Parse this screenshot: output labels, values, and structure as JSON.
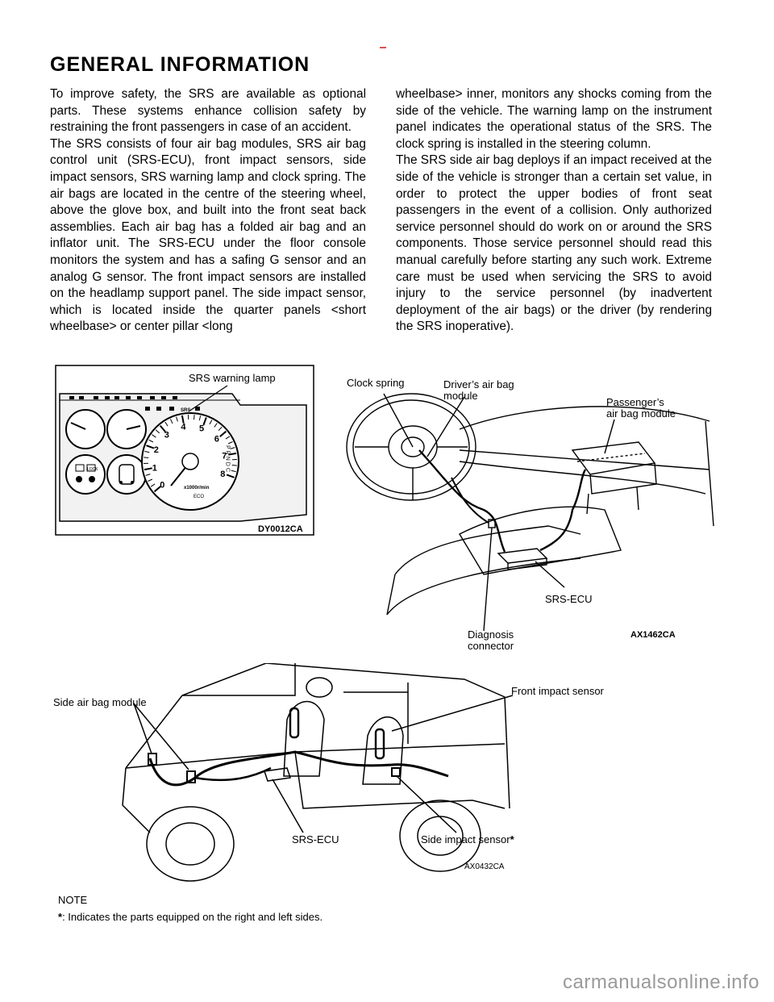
{
  "page": {
    "heading": "GENERAL  INFORMATION",
    "body_left": [
      "To improve safety, the SRS are available as optional parts. These systems enhance collision safety by restraining the front passengers in case of an accident.",
      "The SRS consists of four air bag modules, SRS air bag control unit (SRS-ECU), front impact sensors, side impact sensors, SRS warning lamp and clock spring. The air bags are located in the centre of the steering wheel, above the glove box, and built into the front seat back assemblies. Each air bag has a folded air bag and an inflator unit. The SRS-ECU under the floor console monitors the system and has a safing G sensor and an analog G sensor. The front impact sensors are installed on the headlamp support panel. The side impact sensor, which is located inside the quarter panels <short wheelbase> or center pillar <long"
    ],
    "body_right": [
      "wheelbase> inner, monitors any shocks coming from the side of the vehicle. The warning lamp on the instrument panel indicates the operational status of the SRS. The clock spring is installed in the steering column.",
      "The SRS side air bag deploys if an impact received at the side of the vehicle is stronger than a certain set value, in order to protect the upper bodies of front seat passengers in the event of a collision. Only authorized service personnel should do work on or around the SRS components. Those service personnel should read this manual carefully before starting any such work. Extreme care must be used when servicing the SRS to avoid injury to the service personnel (by inadvertent deployment of the air bags) or the driver (by rendering the SRS inoperative)."
    ]
  },
  "figure_cluster": {
    "callout": "SRS warning lamp",
    "code": "DY0012CA",
    "gauge_numbers": [
      "0",
      "1",
      "2",
      "3",
      "4",
      "5",
      "6",
      "7",
      "8"
    ],
    "rpm_unit": "x1000r/min",
    "lock_text": "LOCK",
    "srs_text": "SRS",
    "eco_text": "ECO",
    "gear_text": "PRNDC"
  },
  "figure_dash": {
    "clock_spring": "Clock spring",
    "driver_bag": "Driver’s air bag\nmodule",
    "passenger_bag": "Passenger’s\nair bag module",
    "srs_ecu": "SRS-ECU",
    "diagnosis": "Diagnosis\nconnector",
    "code": "AX1462CA"
  },
  "figure_vehicle": {
    "side_bag": "Side air bag module",
    "front_sensor": "Front impact sensor",
    "srs_ecu": "SRS-ECU",
    "side_sensor": "Side impact sensor",
    "side_sensor_mark": "*",
    "code": "AX0432CA"
  },
  "note": {
    "title": "NOTE",
    "mark": "*",
    "text": ": Indicates the parts equipped on the right and left sides."
  },
  "watermark": "carmanualsonline.info"
}
